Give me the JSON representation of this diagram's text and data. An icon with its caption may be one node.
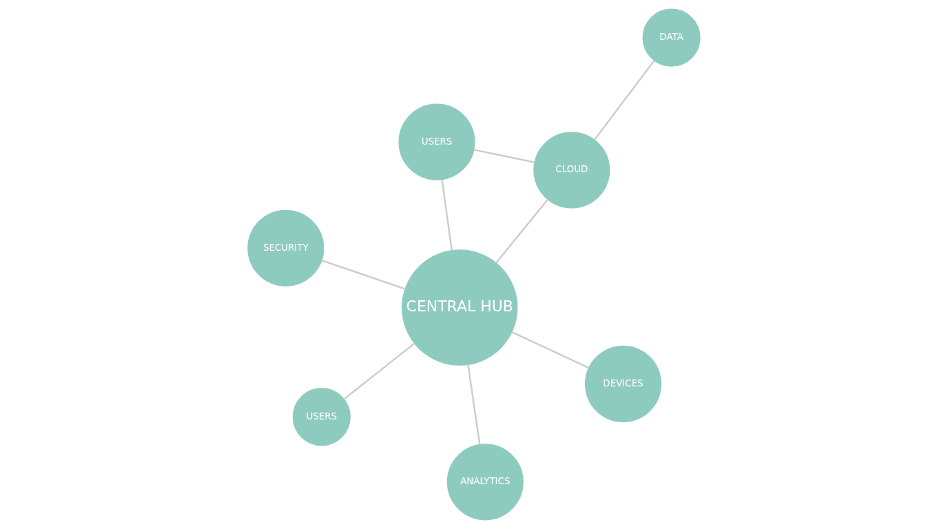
{
  "diagram": {
    "nodes": [
      {
        "text": [
          "USERS"
        ]
      },
      {
        "text": [
          "CLOUD"
        ]
      },
      {
        "text": [
          "ANALYTICS"
        ]
      },
      {
        "text": [
          "DATA"
        ]
      },
      {
        "text": [
          "CENTRAL HUB"
        ]
      },
      {
        "text": [
          "SECURITY"
        ]
      },
      {
        "text": [
          "USERS"
        ]
      },
      {
        "text": [
          "DEVICES"
        ]
      }
    ],
    "edges": [
      {
        "from": 1,
        "to": 3,
        "arrow": "none"
      },
      {
        "from": 1,
        "to": 4,
        "arrow": "none"
      },
      {
        "from": 1,
        "to": 6,
        "arrow": "none"
      },
      {
        "from": 4,
        "to": 0,
        "arrow": "none"
      },
      {
        "from": 4,
        "to": 2,
        "arrow": "none"
      },
      {
        "from": 4,
        "to": 5,
        "arrow": "none"
      },
      {
        "from": 4,
        "to": 7,
        "arrow": "none"
      },
      {
        "from": 4,
        "to": 6,
        "arrow": "none"
      }
    ]
  }
}
